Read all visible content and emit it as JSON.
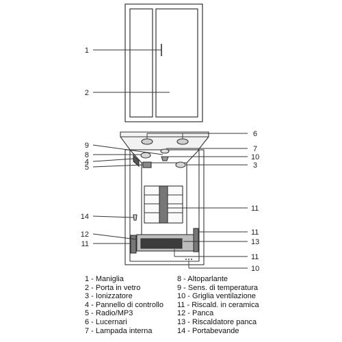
{
  "callouts": {
    "door_handle": "1",
    "door_glass": "2",
    "lucernari": "6",
    "altoparlante": "9",
    "lampada": "7",
    "pannello_controllo": "8",
    "griglia_top": "10",
    "ionizzatore_l": "4",
    "ionizzatore_r": "3",
    "radio": "5",
    "riscald_back": "11",
    "portabevande": "14",
    "panca_left": "12",
    "riscald_left": "11",
    "riscald_right": "11",
    "riscald_panca": "13",
    "riscald_bottom": "11",
    "griglia_bottom": "10"
  },
  "legend": {
    "left": [
      "1 - Maniglia",
      "2 - Porta in vetro",
      "3 - Ionizzatore",
      "4 - Pannello di controllo",
      "5 - Radio/MP3",
      "6 - Lucernari",
      "7 - Lampada interna"
    ],
    "right": [
      "8 - Altoparlante",
      "9 - Sens. di temperatura",
      "10 - Griglia ventilazione",
      "11 - Riscald. in ceramica",
      "12 - Panca",
      "13 - Riscaldatore panca",
      "14 - Portabevande"
    ]
  }
}
